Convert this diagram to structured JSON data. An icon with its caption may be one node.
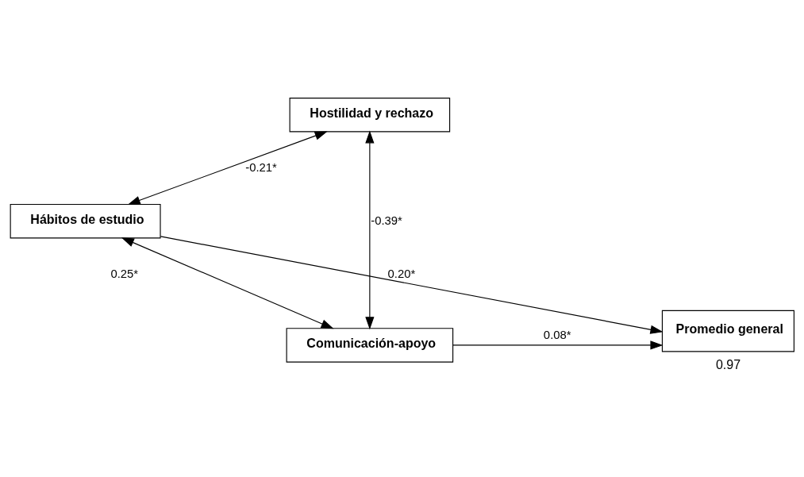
{
  "diagram": {
    "nodes": [
      {
        "text": [
          "Hostilidad y rechazo"
        ]
      },
      {
        "text": [
          "Hábitos de estudio"
        ]
      },
      {
        "text": [
          "Comunicación-apoyo"
        ]
      },
      {
        "text": [
          "Promedio general"
        ],
        "beside": [
          "0.97"
        ]
      }
    ],
    "edges": [
      {
        "from": 0,
        "to": 1,
        "arrow": "both",
        "label": "-0.21*"
      },
      {
        "from": 0,
        "to": 2,
        "arrow": "both",
        "label": "-0.39*"
      },
      {
        "from": 2,
        "to": 1,
        "arrow": "both",
        "label": "0.25*"
      },
      {
        "from": 1,
        "to": 3,
        "arrow": "to",
        "label": "0.20*"
      },
      {
        "from": 2,
        "to": 3,
        "arrow": "to",
        "label": "0.08*"
      }
    ]
  }
}
